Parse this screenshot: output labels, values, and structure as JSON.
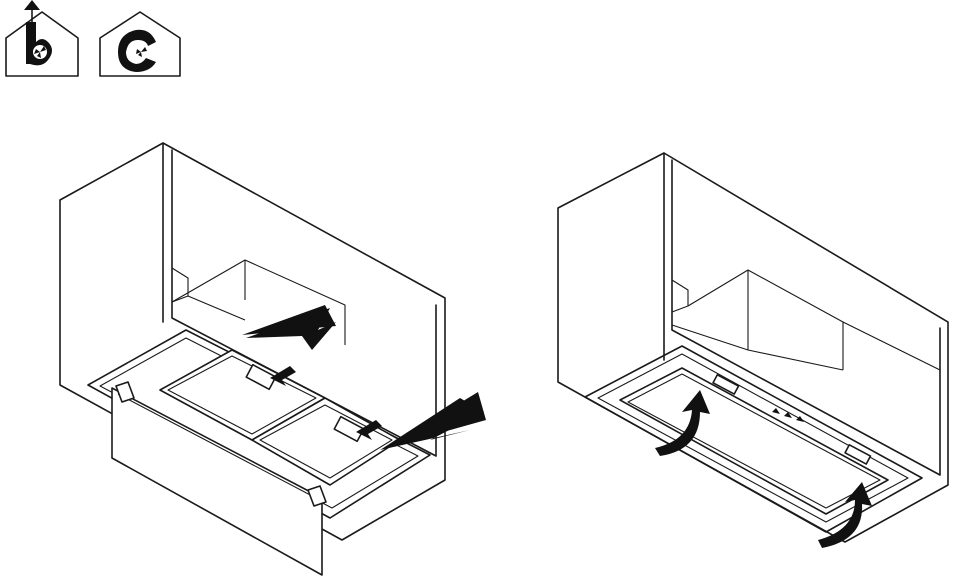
{
  "diagram": {
    "icons": [
      {
        "name": "ducted-extraction-icon",
        "letter": "b"
      },
      {
        "name": "recirculation-icon",
        "letter": "c"
      }
    ],
    "panels": [
      {
        "name": "filter-removal-step",
        "description_icon": "push-latch-arrows"
      },
      {
        "name": "panel-tilt-step",
        "description_icon": "rotate-arrows"
      }
    ],
    "colors": {
      "line": "#1a1a1a",
      "fill": "#ffffff",
      "arrow": "#111111"
    }
  }
}
